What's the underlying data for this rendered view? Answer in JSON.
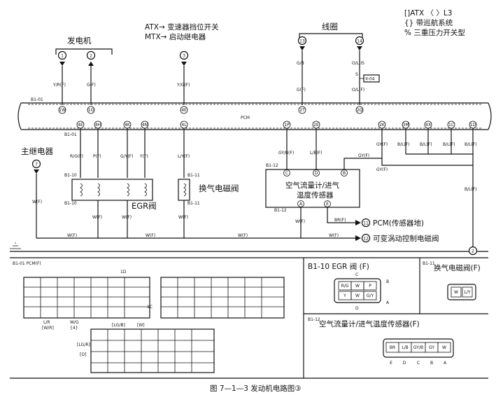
{
  "legend": {
    "atx_label": "[]ATX 〈 〉L3",
    "cruise_label": "{} 带巡航系统",
    "pressure_label": "% 三重压力开关型"
  },
  "labels": {
    "alternator": "发电机",
    "atx_arrow": "ATX→ 变速器挡位开关",
    "mtx_arrow": "MTX→ 启动继电器",
    "coil": "线圈",
    "main_relay": "主继电器",
    "pcm": "PCM",
    "egr_valve": "EGR阀",
    "purge_solenoid": "换气电磁阀",
    "airflow_sensor": "空气流量计/进气温度传感器",
    "pcm_sensor_ground": "PCM(传感器地)",
    "variable_swirl": "可变涡动控制电磁阀",
    "x04": "X-04",
    "b101": "B1-01",
    "b110": "B1-10",
    "b111": "B1-11",
    "b112": "B1-12",
    "figure_caption": "图 7—1—3    发动机电路图③"
  },
  "circle_nodes": [
    "1",
    "2",
    "3",
    "13",
    "14",
    "7",
    "11",
    "12",
    "2"
  ],
  "wire_codes": {
    "y_r": "Y/R(F)",
    "g_f": "G(F)",
    "y_g": "Y/G(F)",
    "g_b": "G/B",
    "o_l": "O/L(I5",
    "g_f2": "G(F)",
    "o_l2": "O/L(F)",
    "r_g": "R/G(F)",
    "p_f": "P(F)",
    "g_y": "G/Y(F)",
    "y_f": "Y(F)",
    "l_y": "L/Y(F)",
    "gy_b": "GY/B(F)",
    "l_b": "L/B(F)",
    "gy_f": "GY(F)",
    "b_l1": "B/L(F)",
    "b_l2": "B/L(F)",
    "b_l3": "B/L(F)",
    "b_l4": "B/L(F)",
    "gy_f2": "GY(F)",
    "br_f": "BR(F)",
    "w_f": "W(F)"
  },
  "pin_codes": {
    "p1": "1W",
    "p2": "1G",
    "p3": "4E",
    "p4": "2T",
    "p5": "2Q",
    "b1": "4E",
    "b2": "4H",
    "b3": "4K",
    "b4": "4N",
    "b5": "4L",
    "b6": "1P",
    "b7": "2E",
    "b8": "2K",
    "b9": "3M",
    "b10": "4X",
    "b11": "1C",
    "b12": "1D",
    "sa": "C",
    "sb": "D",
    "sc": "B",
    "sd": "A",
    "se": "E",
    "ss": "S"
  },
  "panels": {
    "pcm_conn": "B1-01 PCM(F)",
    "egr_conn": "B1-10  EGR 阀 (F)",
    "purge_conn": "B1-11",
    "purge_conn_name": "换气电磁阀(F)",
    "afm_conn": "B1-12",
    "afm_conn_name": "空气流量计/进气温度传感器(F)",
    "egr_pins_top": [
      "R/G",
      "W",
      "P"
    ],
    "egr_pins_bot": [
      "Y",
      "W",
      "G/Y"
    ],
    "egr_letters": [
      "C",
      "B",
      "D",
      "A"
    ],
    "purge_pins": [
      "W",
      "L/Y"
    ],
    "afm_pins": [
      "BR",
      "L/B",
      "GY/B",
      "GY",
      "W"
    ],
    "afm_letters": [
      "E",
      "D",
      "C",
      "B",
      "A"
    ],
    "pcm_side_labels": [
      "1D",
      "1C",
      "L/R",
      "W/G",
      "[W/R]",
      "{4}",
      "[LG/B]",
      "[W]",
      "[LG/R]",
      "[O]"
    ]
  }
}
